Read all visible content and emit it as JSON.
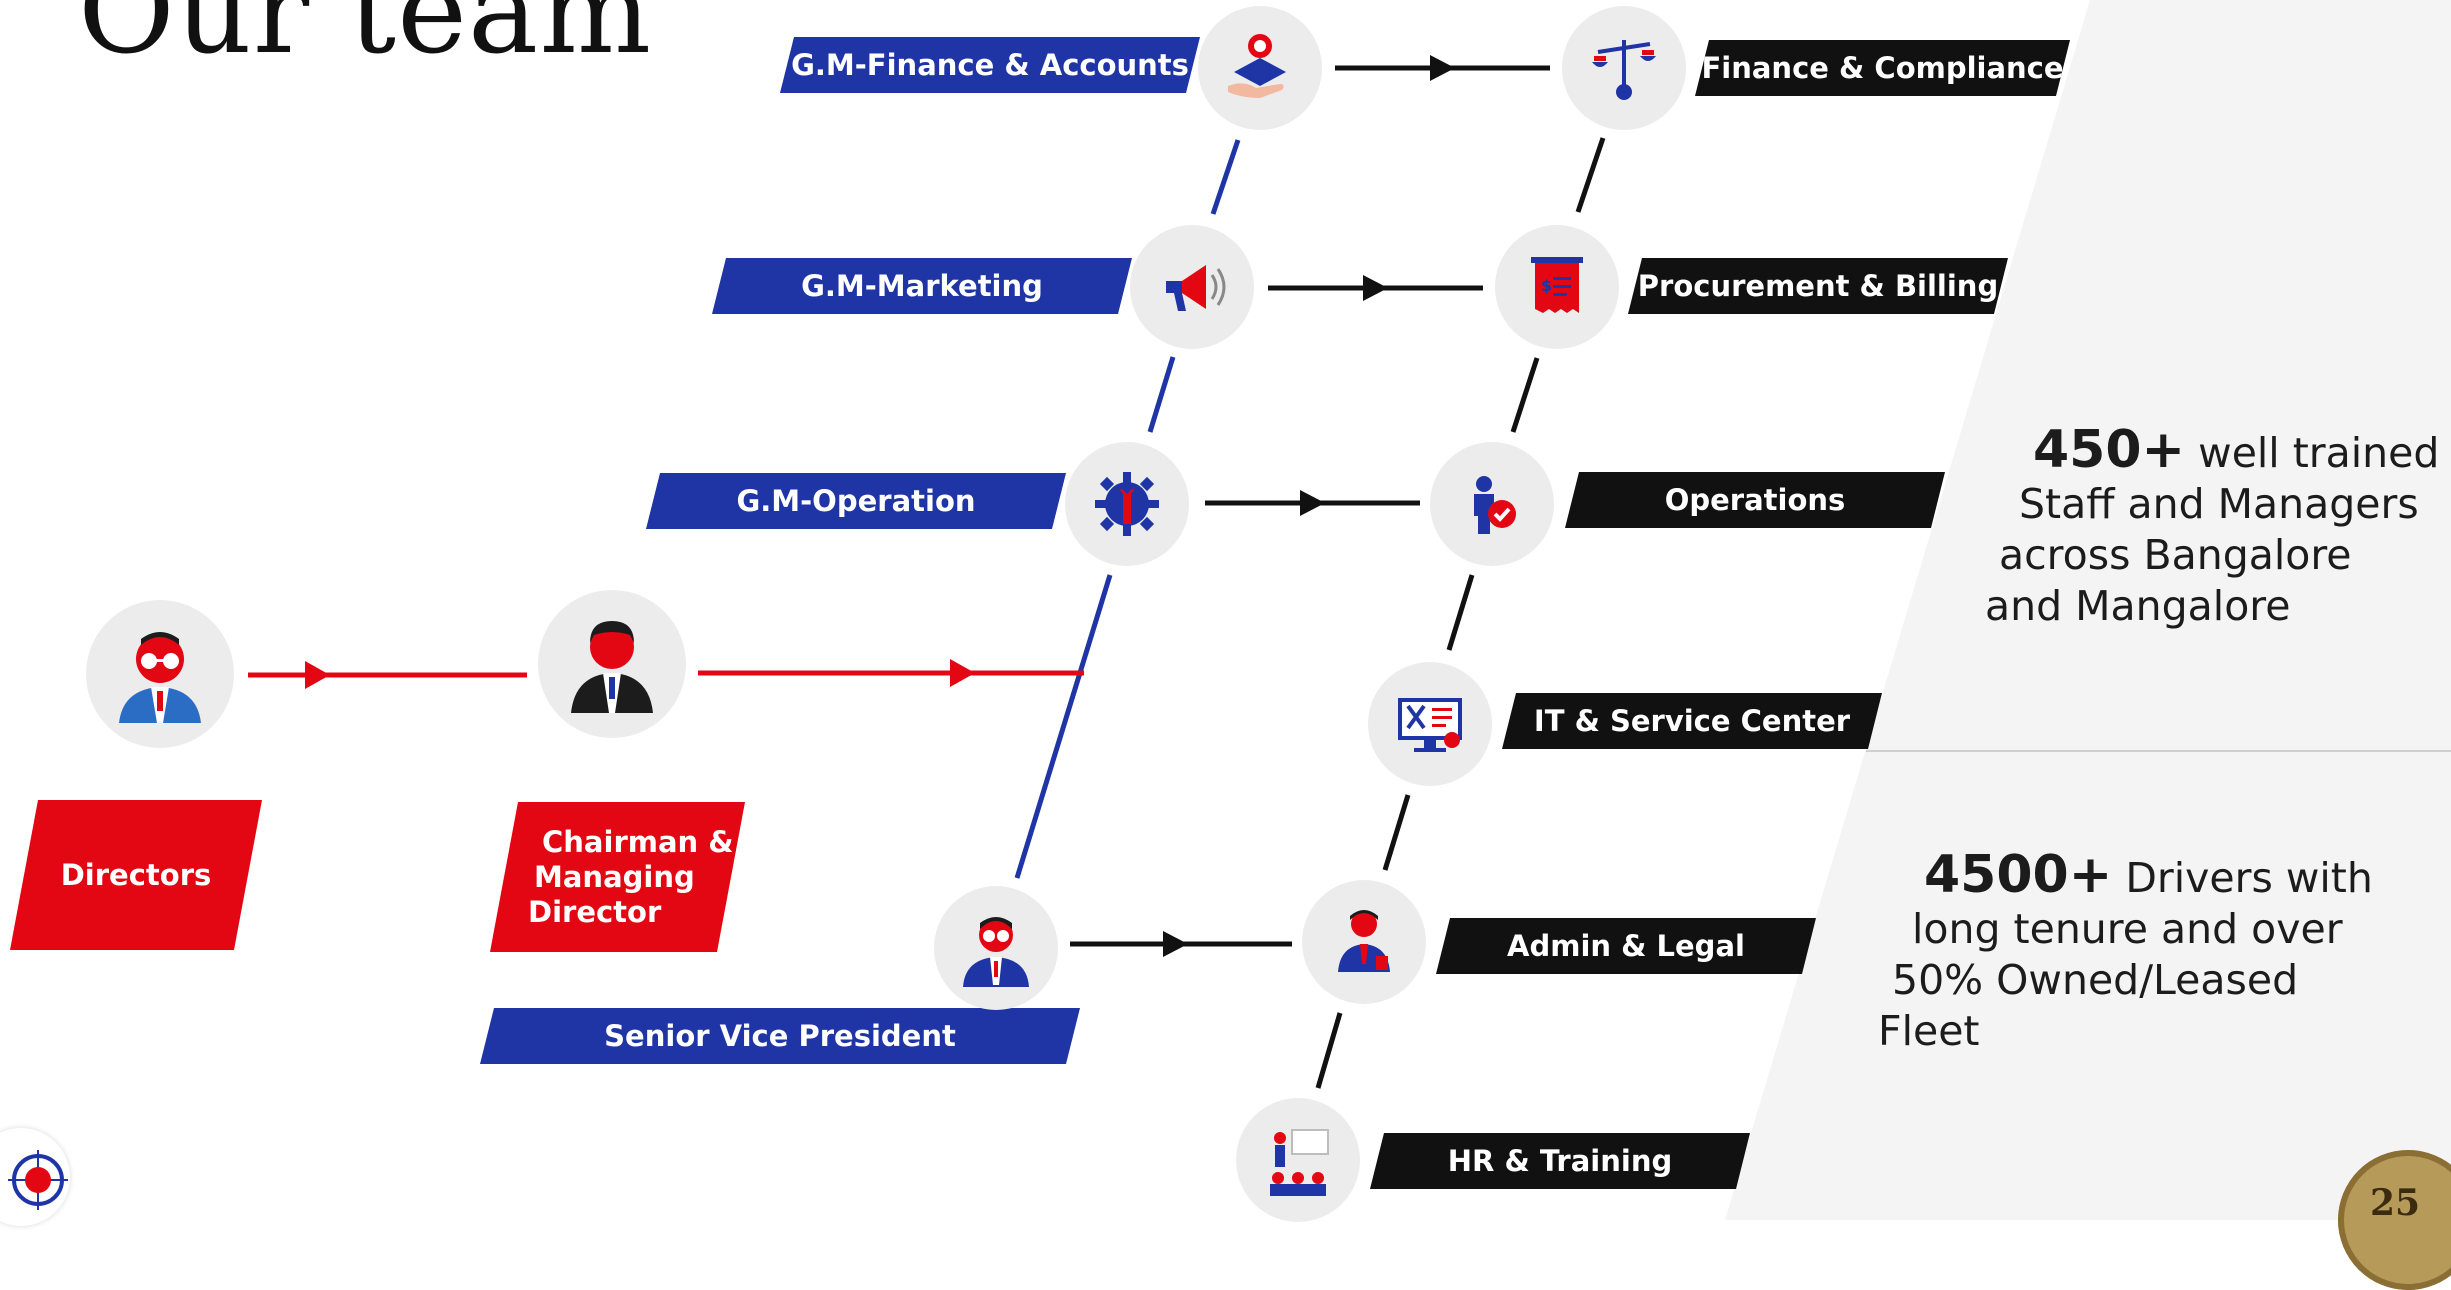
{
  "slide": {
    "title": "Our team"
  },
  "labels": {
    "gm_finance": "G.M-Finance & Accounts",
    "gm_marketing": "G.M-Marketing",
    "gm_operation": "G.M-Operation",
    "senior_vp": "Senior Vice President",
    "finance_compliance": "Finance & Compliance",
    "procurement_billing": "Procurement & Billing",
    "operations": "Operations",
    "it_service": "IT & Service Center",
    "admin_legal": "Admin & Legal",
    "hr_training": "HR & Training",
    "directors": "Directors",
    "chairman_line1": "Chairman &",
    "chairman_line2": "Managing",
    "chairman_line3": "Director"
  },
  "stats": {
    "staff_number": "450+",
    "staff_line1_rest": " well trained",
    "staff_line2": "Staff and Managers",
    "staff_line3": "across Bangalore",
    "staff_line4": "and Mangalore",
    "drivers_number": "4500+",
    "drivers_line1_rest": " Drivers with",
    "drivers_line2": "long tenure and over",
    "drivers_line3": "50% Owned/Leased",
    "drivers_line4": "Fleet"
  },
  "icons": {
    "finance": "hand-coin-icon",
    "marketing": "megaphone-icon",
    "operation": "gear-wrench-icon",
    "compliance": "scales-icon",
    "billing": "receipt-icon",
    "operations": "worker-check-icon",
    "it": "monitor-tools-icon",
    "admin": "businessman-icon",
    "hr": "presentation-icon",
    "director": "director-avatar-icon",
    "chairman": "chairman-avatar-icon",
    "svp": "svp-avatar-icon"
  },
  "badge": {
    "text": "25"
  },
  "colors": {
    "blue": "#1f35a6",
    "red": "#e30613",
    "black": "#111111",
    "circle": "#ececec"
  }
}
